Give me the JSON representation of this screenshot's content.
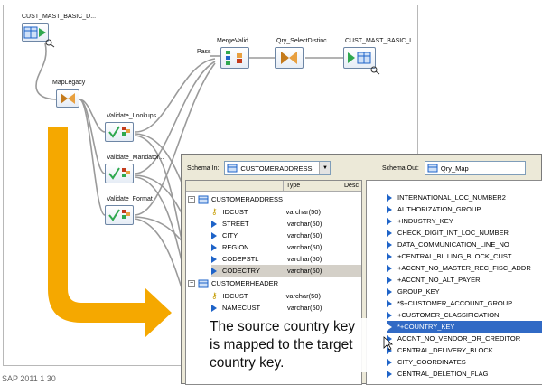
{
  "flow": {
    "source_node": "CUST_MAST_BASIC_D...",
    "map_legacy": "MapLegacy",
    "validate_lookups": "Validate_Lookups",
    "validate_mandatory": "Validate_Mandator...",
    "validate_format": "Validate_Format",
    "pass_label": "Pass",
    "merge_valid": "MergeValid",
    "qry_select": "Qry_SelectDistinc...",
    "target_node": "CUST_MAST_BASIC_I..."
  },
  "schema_in": {
    "label": "Schema In:",
    "value": "CUSTOMERADDRESS",
    "col_type": "Type",
    "col_desc": "Desc",
    "tables": [
      {
        "name": "CUSTOMERADDRESS",
        "fields": [
          {
            "name": "IDCUST",
            "type": "varchar(50)",
            "key": true
          },
          {
            "name": "STREET",
            "type": "varchar(50)"
          },
          {
            "name": "CITY",
            "type": "varchar(50)"
          },
          {
            "name": "REGION",
            "type": "varchar(50)"
          },
          {
            "name": "CODEPSTL",
            "type": "varchar(50)"
          },
          {
            "name": "CODECTRY",
            "type": "varchar(50)"
          }
        ]
      },
      {
        "name": "CUSTOMERHEADER",
        "fields": [
          {
            "name": "IDCUST",
            "type": "varchar(50)",
            "key": true
          },
          {
            "name": "NAMECUST",
            "type": "varchar(50)"
          }
        ]
      }
    ]
  },
  "schema_out": {
    "label": "Schema Out:",
    "value": "Qry_Map",
    "fields": [
      "INTERNATIONAL_LOC_NUMBER2",
      "AUTHORIZATION_GROUP",
      "+INDUSTRY_KEY",
      "CHECK_DIGIT_INT_LOC_NUMBER",
      "DATA_COMMUNICATION_LINE_NO",
      "+CENTRAL_BILLING_BLOCK_CUST",
      "+ACCNT_NO_MASTER_REC_FISC_ADDR",
      "+ACCNT_NO_ALT_PAYER",
      "GROUP_KEY",
      "*$+CUSTOMER_ACCOUNT_GROUP",
      "+CUSTOMER_CLASSIFICATION",
      "*+COUNTRY_KEY",
      "ACCNT_NO_VENDOR_OR_CREDITOR",
      "CENTRAL_DELIVERY_BLOCK",
      "CITY_COORDINATES",
      "CENTRAL_DELETION_FLAG"
    ]
  },
  "caption": "The source country key is mapped to the target country key.",
  "footer": "SAP 2011 1 30"
}
